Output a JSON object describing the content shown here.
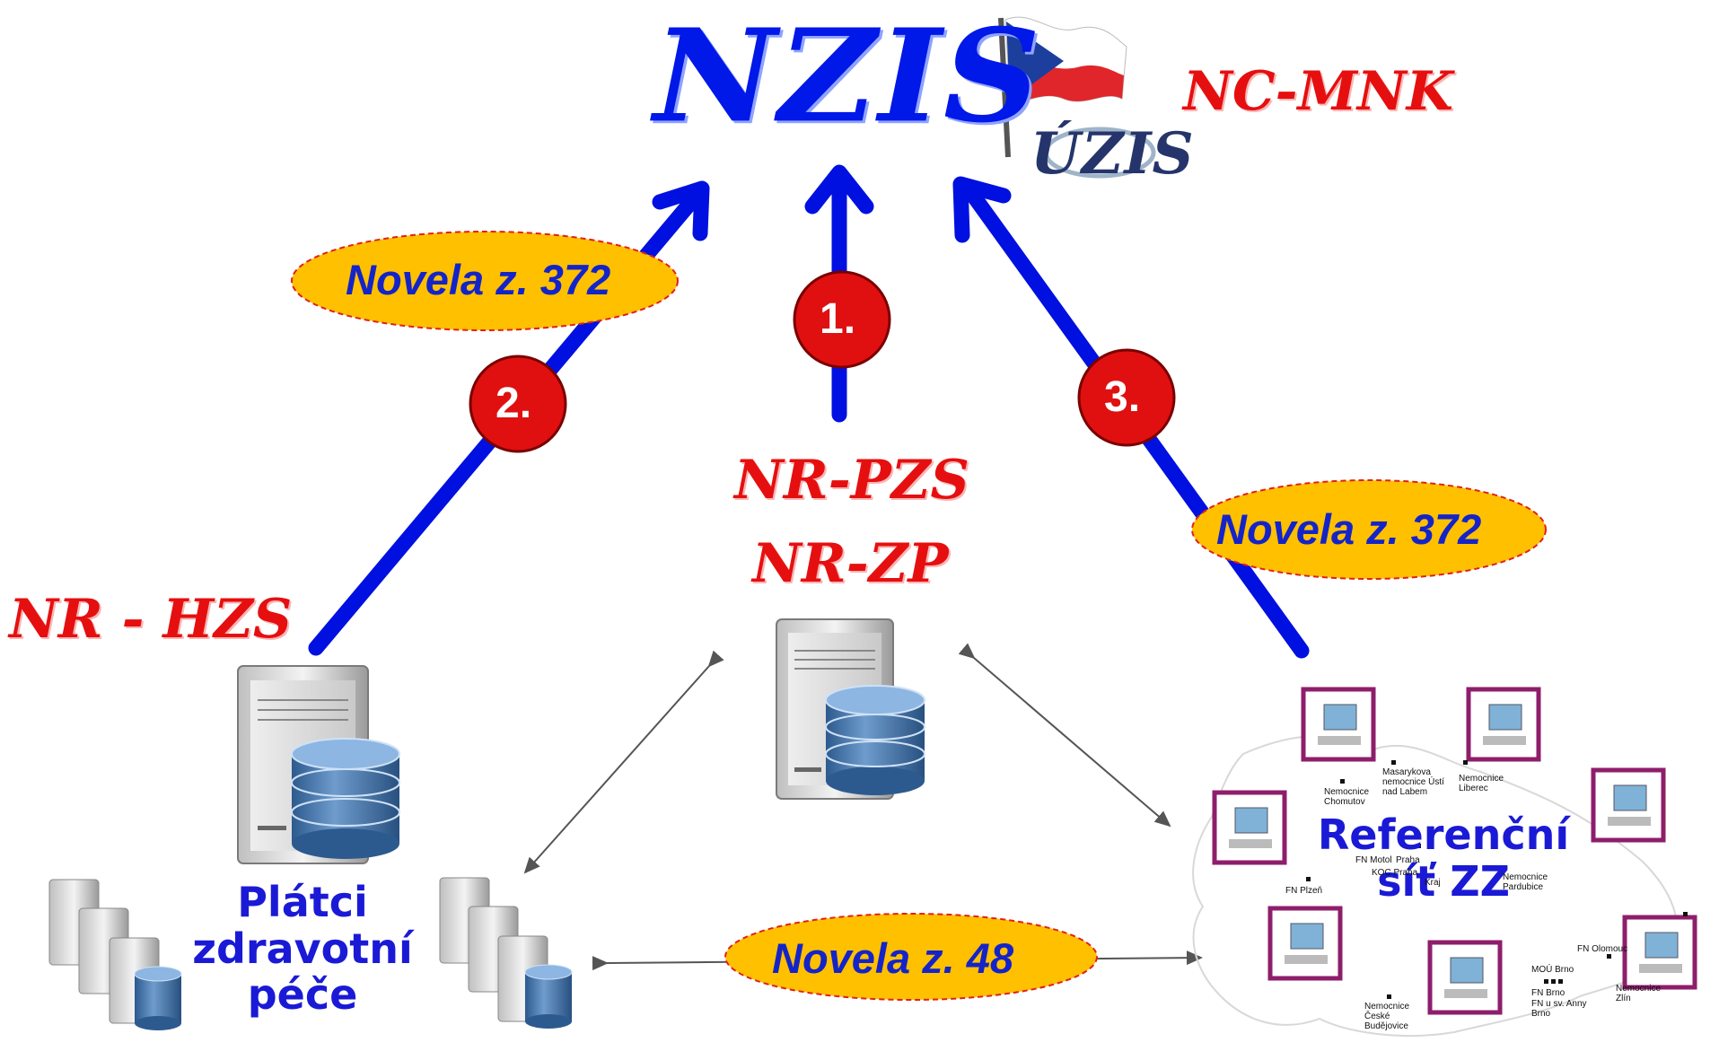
{
  "header": {
    "title": "NZIS",
    "agency": "NC-MNK",
    "logo_text": "ÚZIS",
    "flag_icon": "czech-flag-icon"
  },
  "nodes": {
    "left_register": "NR - HZS",
    "center_registers": [
      "NR-PZS",
      "NR-ZP"
    ],
    "payers_label": [
      "Plátci",
      "zdravotní",
      "péče"
    ],
    "reference_network_label": [
      "Referenční",
      "síť ZZ"
    ]
  },
  "badges": [
    "1.",
    "2.",
    "3."
  ],
  "amendments": {
    "left": "Novela z. 372",
    "right": "Novela z. 372",
    "bottom": "Novela z. 48"
  },
  "map_labels": [
    "Masarykova nemocnice Ústí nad Labem",
    "Nemocnice Chomutov",
    "Nemocnice Liberec",
    "FN Motol",
    "Praha",
    "KOC Praha",
    "Kraj",
    "FN Plzeň",
    "Nemocnice Pardubice",
    "FN Olomouc",
    "MOÚ Brno",
    "FN Brno",
    "FN u sv. Anny Brno",
    "Nemocnice Zlín",
    "Nemocnice České Budějovice"
  ],
  "colors": {
    "arrow_blue": "#0010e0",
    "badge_red": "#e01010",
    "ellipse_orange": "#ffc000",
    "title_blue": "#0018e8",
    "script_red": "#e60f0f",
    "label_blue": "#1a1ad6",
    "frame_purple": "#8e1e6b"
  }
}
